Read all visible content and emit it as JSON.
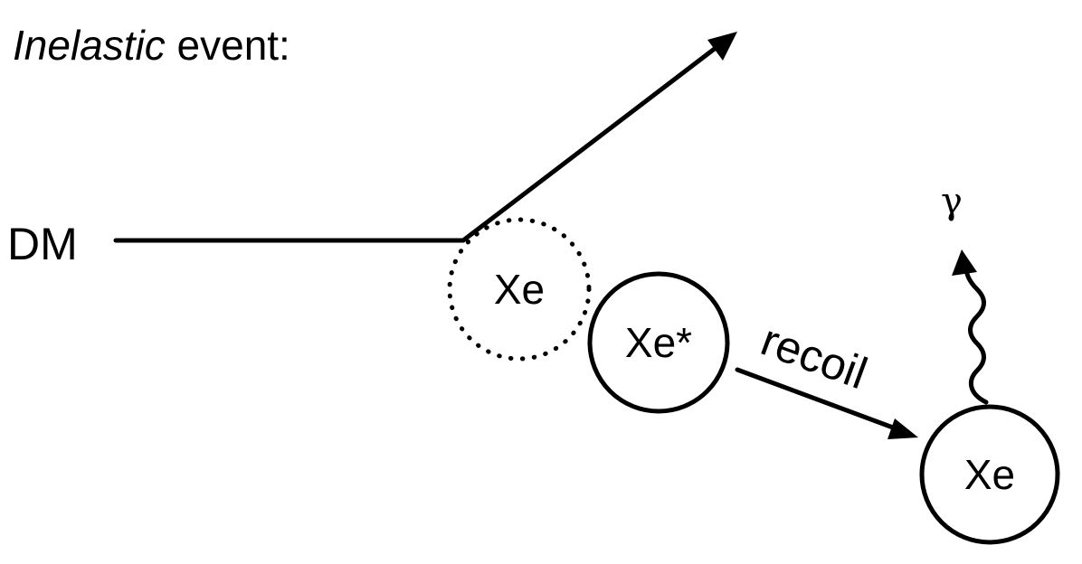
{
  "title": {
    "italic": "Inelastic",
    "rest": " event:"
  },
  "incoming_label": "DM",
  "nodes": {
    "target": "Xe",
    "excited": "Xe*",
    "final": "Xe"
  },
  "recoil_label": "recoil",
  "photon_label": "γ",
  "colors": {
    "ink": "#000000",
    "background": "#ffffff"
  }
}
